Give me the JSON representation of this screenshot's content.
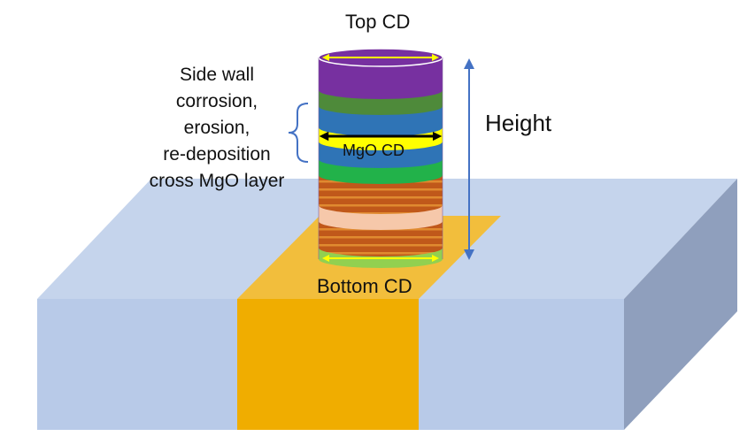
{
  "labels": {
    "top_cd": "Top CD",
    "side_wall": [
      "Side wall",
      "corrosion,",
      "erosion,",
      "re-deposition",
      "cross MgO layer"
    ],
    "height": "Height",
    "mgo_cd": "MgO CD",
    "bottom_cd": "Bottom CD"
  },
  "colors": {
    "substrate_top": "#c5d4ec",
    "substrate_front": "#b8cae8",
    "substrate_side": "#8f9fbd",
    "electrode_top": "#f2be3c",
    "electrode_front": "#f0ad00",
    "pillar_cap": "#7730a0",
    "layer_green": "#4e8a3a",
    "layer_blue": "#2f74b6",
    "layer_yellow": "#ffff00",
    "layer_bright_green": "#22b24a",
    "layer_rust": "#c0581a",
    "layer_rust_stripe": "#e08a30",
    "layer_peach": "#f6c8aa",
    "layer_lime": "#92d050",
    "arrow_blue": "#4472c4",
    "arrow_black": "#000000"
  },
  "icons": {
    "brace": "left-curly-brace",
    "height_arrow": "double-headed-vertical-arrow",
    "cd_arrows": "double-headed-horizontal-arrow"
  }
}
